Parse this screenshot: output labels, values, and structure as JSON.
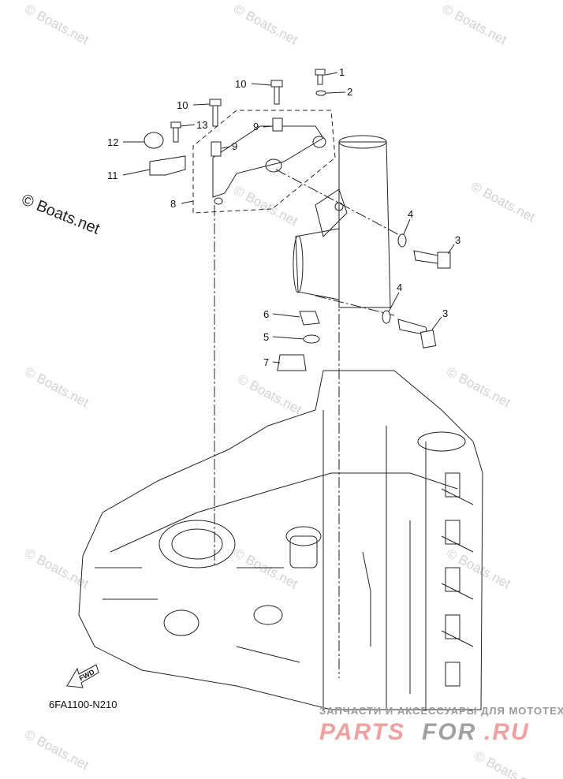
{
  "diagram": {
    "callouts": [
      "1",
      "2",
      "3",
      "3",
      "4",
      "4",
      "5",
      "6",
      "7",
      "8",
      "9",
      "9",
      "10",
      "10",
      "11",
      "12",
      "13"
    ],
    "fwd_label": "FWD",
    "diagram_code": "6FA1100-N210",
    "copyright_main": "© Boats.net",
    "watermark_text": "© Boats.net",
    "partsfor_tagline": "ЗАПЧАСТИ И АКСЕССУАРЫ ДЛЯ МОТОТЕХНИКИ",
    "partsfor_logo": {
      "part1": "PARTS",
      "part2": "FOR",
      "part3": ".RU"
    },
    "colors": {
      "logo_red": "#f0a0a0",
      "logo_grey": "#a0a0a0",
      "line": "#222222"
    }
  }
}
